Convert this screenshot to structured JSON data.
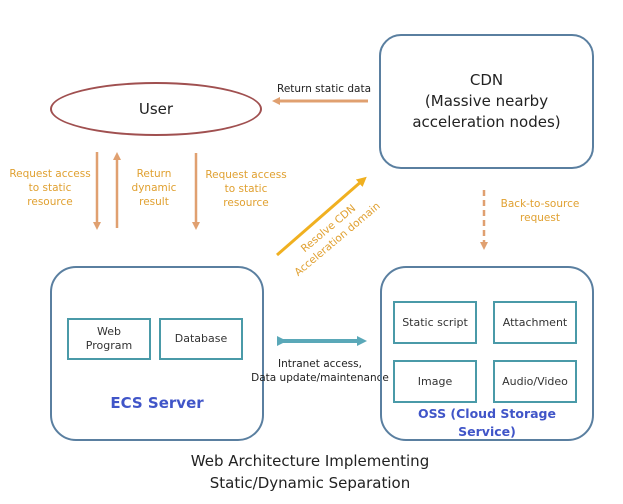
{
  "nodes": {
    "user": {
      "label": "User"
    },
    "cdn": {
      "title": "CDN",
      "subtitle_line1": "(Massive nearby",
      "subtitle_line2": "acceleration nodes)"
    },
    "ecs": {
      "title": "ECS Server",
      "components": [
        {
          "label_line1": "Web",
          "label_line2": "Program"
        },
        {
          "label_line1": "Database",
          "label_line2": ""
        }
      ]
    },
    "oss": {
      "title_line1": "OSS (Cloud Storage",
      "title_line2": "Service)",
      "components": [
        "Static script",
        "Attachment",
        "Image",
        "Audio/Video"
      ]
    }
  },
  "edges": {
    "return_static_data": "Return static data",
    "request_static_left": {
      "line1": "Request access",
      "line2": "to static",
      "line3": "resource"
    },
    "return_dynamic": {
      "line1": "Return",
      "line2": "dynamic",
      "line3": "result"
    },
    "request_static_right": {
      "line1": "Request access",
      "line2": "to static",
      "line3": "resource"
    },
    "resolve_cdn": {
      "line1": "Resolve CDN",
      "line2": "Acceleration domain"
    },
    "back_to_source": {
      "line1": "Back-to-source",
      "line2": "request"
    },
    "intranet": {
      "line1": "Intranet access,",
      "line2": "Data update/maintenance"
    }
  },
  "caption": {
    "line1": "Web Architecture Implementing",
    "line2": "Static/Dynamic Separation"
  },
  "colors": {
    "orange_arrow": "#e0a070",
    "yellow_arrow": "#f0b020",
    "teal_arrow": "#5aa8b8",
    "box_border": "#5a7fa0",
    "inner_border": "#4a9aa8",
    "label_orange": "#e0a030",
    "title_blue": "#4055c8",
    "user_border": "#a05050"
  }
}
